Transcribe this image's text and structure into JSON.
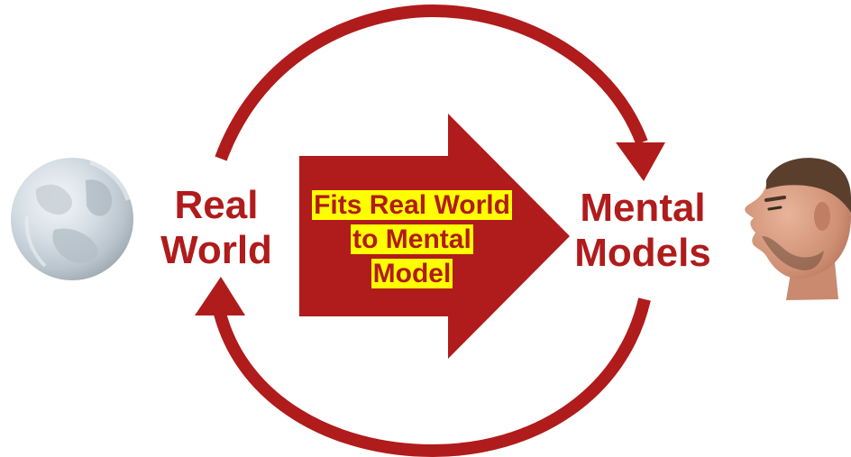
{
  "colors": {
    "primary": "#b01b1b",
    "highlight": "#ffff00",
    "highlight_text": "#b01b1b"
  },
  "nodes": {
    "real_world": {
      "line1": "Real",
      "line2": "World",
      "icon": "earth-globe-icon"
    },
    "mental_models": {
      "line1": "Mental",
      "line2": "Models",
      "icon": "human-head-icon"
    }
  },
  "center_arrow": {
    "line1": "Fits Real World",
    "line2": "to Mental",
    "line3": "Model"
  },
  "cycle": {
    "top_arrow": "real-world-to-mental-models",
    "bottom_arrow": "mental-models-to-real-world"
  }
}
